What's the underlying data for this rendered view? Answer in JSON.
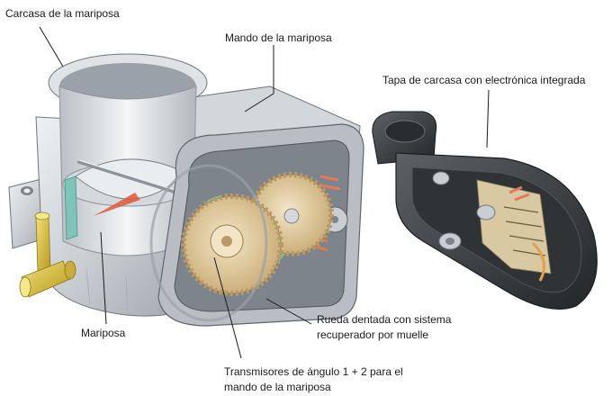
{
  "labels": {
    "carcasa": "Carcasa de la mariposa",
    "mando": "Mando de la mariposa",
    "tapa": "Tapa de carcasa con electrónica integrada",
    "mariposa": "Mariposa",
    "rueda_line1": "Rueda dentada con sistema",
    "rueda_line2": "recuperador por muelle",
    "transmisores_line1": "Transmisores de ángulo 1 + 2 para el",
    "transmisores_line2": "mando de la mariposa"
  },
  "colors": {
    "housing_metal": "#c9ced3",
    "housing_dark": "#8d949b",
    "gear_cream": "#e8d6b0",
    "gear_dark": "#b89a66",
    "sensor_teal": "#7fc4b8",
    "connector_brass": "#d8c044",
    "cover_dark": "#3a3d40",
    "plate_red": "#e0573b"
  }
}
